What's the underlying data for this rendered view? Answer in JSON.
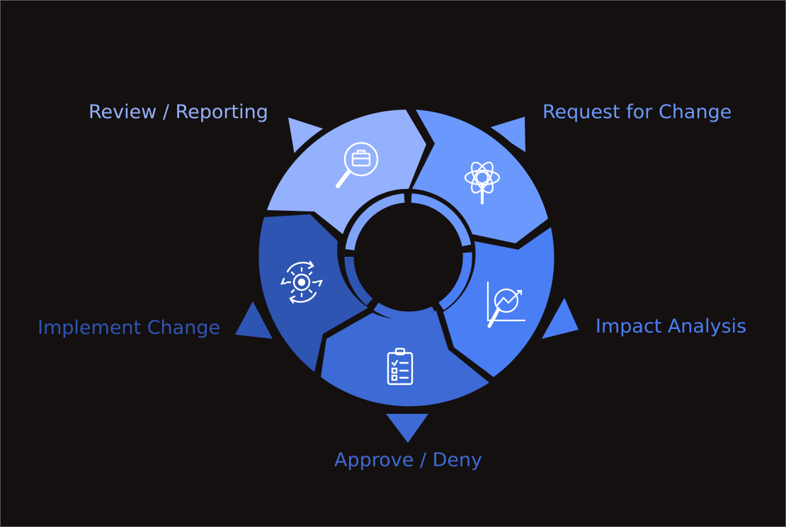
{
  "stages": [
    {
      "id": "request",
      "label": "Request for Change",
      "icon": "atom-magnifier-icon",
      "color": "#6b98fc",
      "label_color": "#6b98fc"
    },
    {
      "id": "impact",
      "label": "Impact Analysis",
      "icon": "chart-magnifier-icon",
      "color": "#4a7ef5",
      "label_color": "#4a7ef5"
    },
    {
      "id": "approve",
      "label": "Approve / Deny",
      "icon": "clipboard-checklist-icon",
      "color": "#3d6ad4",
      "label_color": "#3d6ad4"
    },
    {
      "id": "implement",
      "label": "Implement Change",
      "icon": "gear-cycle-icon",
      "color": "#2f55b3",
      "label_color": "#2f55b3"
    },
    {
      "id": "review",
      "label": "Review / Reporting",
      "icon": "briefcase-magnifier-icon",
      "color": "#93b1fc",
      "label_color": "#93b1fc"
    }
  ],
  "colors": {
    "background": "#141010",
    "center_ring_top": "#7fa3f7",
    "center_ring_bottom": "#2f55b3"
  }
}
